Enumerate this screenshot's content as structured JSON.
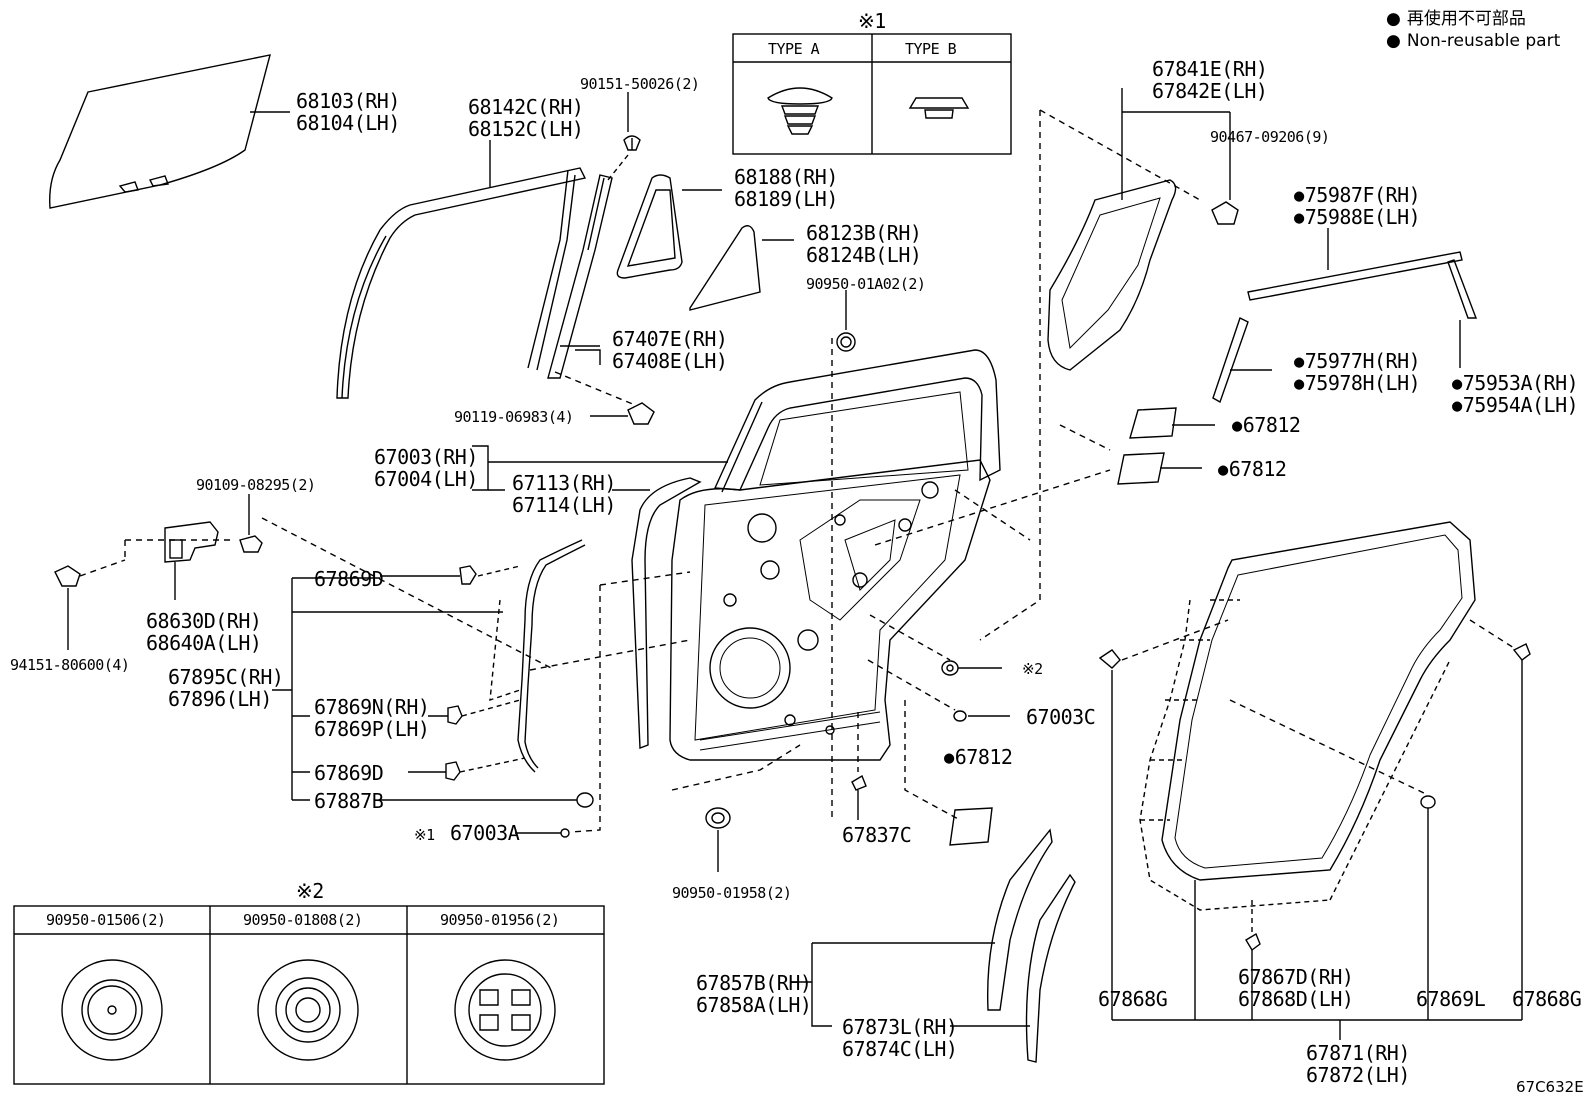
{
  "legend": {
    "bullet": "●",
    "jp": "再使用不可部品",
    "en": "Non-reusable part"
  },
  "note1": {
    "mark": "※1",
    "type_a": "TYPE A",
    "type_b": "TYPE B"
  },
  "note2": {
    "mark": "※2",
    "cols": [
      "90950-01506(2)",
      "90950-01808(2)",
      "90950-01956(2)"
    ]
  },
  "ref_code": "67C632E",
  "labels": {
    "p68103": "68103(RH)",
    "p68104": "68104(LH)",
    "p68142": "68142C(RH)",
    "p68152": "68152C(LH)",
    "p90151": "90151-50026(2)",
    "p68188": "68188(RH)",
    "p68189": "68189(LH)",
    "p68123": "68123B(RH)",
    "p68124": "68124B(LH)",
    "p90950a": "90950-01A02(2)",
    "p67407": "67407E(RH)",
    "p67408": "67408E(LH)",
    "p90119": "90119-06983(4)",
    "p67003rh": "67003(RH)",
    "p67004lh": "67004(LH)",
    "p67113": "67113(RH)",
    "p67114": "67114(LH)",
    "p90109": "90109-08295(2)",
    "p67869d1": "67869D",
    "p68630": "68630D(RH)",
    "p68640": "68640A(LH)",
    "p94151": "94151-80600(4)",
    "p67895": "67895C(RH)",
    "p67896": "67896(LH)",
    "p67869n": "67869N(RH)",
    "p67869p": "67869P(LH)",
    "p67869d2": "67869D",
    "p67887": "67887B",
    "p67003a_mark": "※1",
    "p67003a": "67003A",
    "p90950b": "90950-01958(2)",
    "p67837": "67837C",
    "p67003c": "67003C",
    "p67812a": "67812",
    "p67812b": "67812",
    "p67812c": "67812",
    "p_note2_mark": "※2",
    "p67841": "67841E(RH)",
    "p67842": "67842E(LH)",
    "p90467": "90467-09206(9)",
    "p75987": "75987F(RH)",
    "p75988": "75988E(LH)",
    "p75977": "75977H(RH)",
    "p75978": "75978H(LH)",
    "p75953": "75953A(RH)",
    "p75954": "75954A(LH)",
    "p67857": "67857B(RH)",
    "p67858": "67858A(LH)",
    "p67873": "67873L(RH)",
    "p67874": "67874C(LH)",
    "p67868g1": "67868G",
    "p67867": "67867D(RH)",
    "p67868d": "67868D(LH)",
    "p67869l": "67869L",
    "p67868g2": "67868G",
    "p67871": "67871(RH)",
    "p67872": "67872(LH)"
  }
}
